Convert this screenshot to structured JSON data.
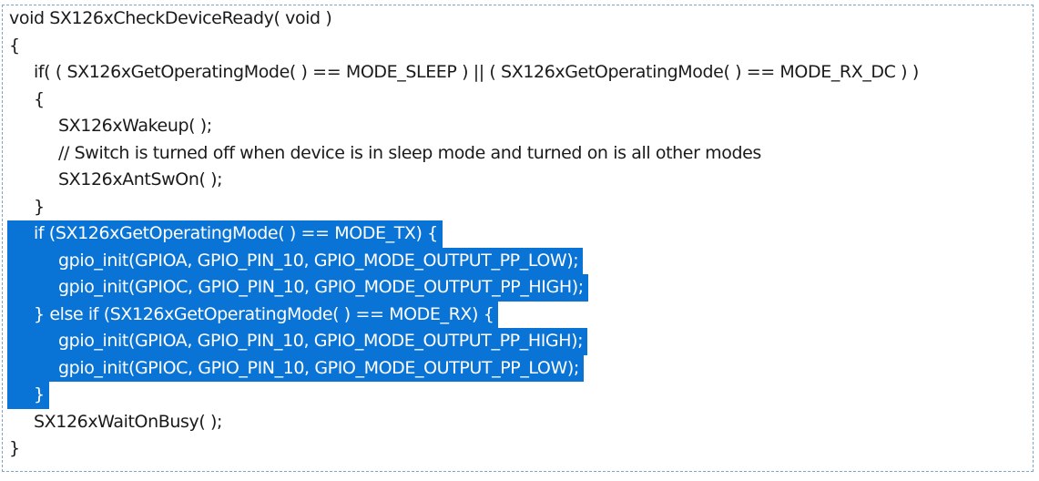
{
  "code_lines": [
    {
      "text": "void SX126xCheckDeviceReady( void )",
      "indent": 0,
      "selected": false
    },
    {
      "text": "{",
      "indent": 0,
      "selected": false
    },
    {
      "text": "if( ( SX126xGetOperatingMode( ) == MODE_SLEEP ) || ( SX126xGetOperatingMode( ) == MODE_RX_DC ) )",
      "indent": 1,
      "selected": false
    },
    {
      "text": "{",
      "indent": 1,
      "selected": false
    },
    {
      "text": "SX126xWakeup( );",
      "indent": 2,
      "selected": false
    },
    {
      "text": "// Switch is turned off when device is in sleep mode and turned on is all other modes",
      "indent": 2,
      "selected": false
    },
    {
      "text": "SX126xAntSwOn( );",
      "indent": 2,
      "selected": false
    },
    {
      "text": "}",
      "indent": 1,
      "selected": false
    },
    {
      "text": "if (SX126xGetOperatingMode( ) == MODE_TX) {",
      "indent": 1,
      "selected": true
    },
    {
      "text": "gpio_init(GPIOA, GPIO_PIN_10, GPIO_MODE_OUTPUT_PP_LOW);",
      "indent": 2,
      "selected": true
    },
    {
      "text": "gpio_init(GPIOC, GPIO_PIN_10, GPIO_MODE_OUTPUT_PP_HIGH);",
      "indent": 2,
      "selected": true
    },
    {
      "text": "} else if (SX126xGetOperatingMode( ) == MODE_RX) {",
      "indent": 1,
      "selected": true
    },
    {
      "text": "gpio_init(GPIOA, GPIO_PIN_10, GPIO_MODE_OUTPUT_PP_HIGH);",
      "indent": 2,
      "selected": true
    },
    {
      "text": "gpio_init(GPIOC, GPIO_PIN_10, GPIO_MODE_OUTPUT_PP_LOW);",
      "indent": 2,
      "selected": true
    },
    {
      "text": "}",
      "indent": 1,
      "selected": true
    },
    {
      "text": "SX126xWaitOnBusy( );",
      "indent": 1,
      "selected": false
    },
    {
      "text": "}",
      "indent": 0,
      "selected": false
    }
  ],
  "colors": {
    "selection": "#0a74d6",
    "selection_text": "#ffffff",
    "text": "#1a1a1a",
    "frame_border": "#7ea6c9"
  }
}
